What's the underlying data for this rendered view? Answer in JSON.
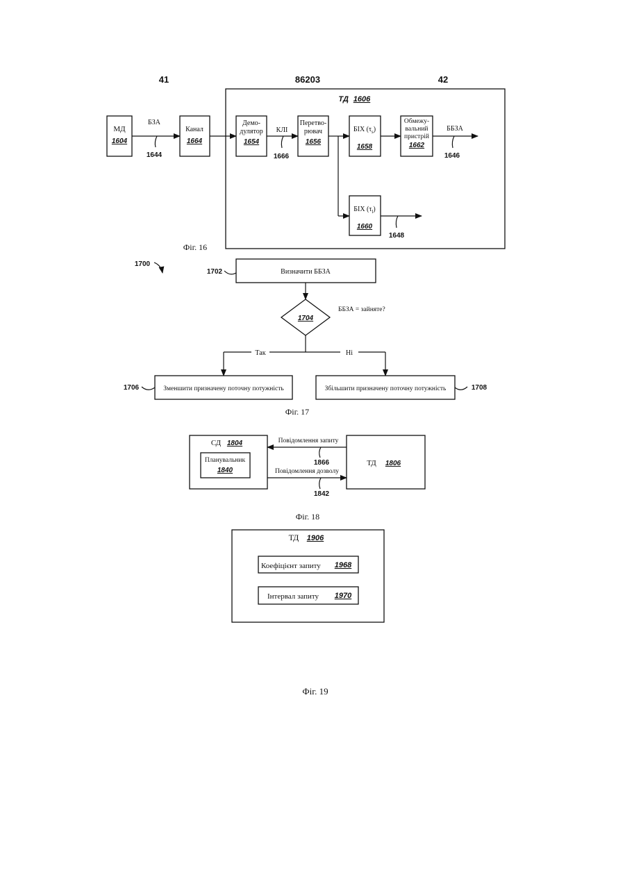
{
  "header": {
    "left": "41",
    "center": "86203",
    "right": "42"
  },
  "fig16": {
    "caption": "Фіг. 16",
    "td_label": "ТД",
    "td_num": "1606",
    "md_label": "МД",
    "md_num": "1604",
    "bza": "БЗА",
    "ref_1644": "1644",
    "kanal_label": "Канал",
    "kanal_num": "1664",
    "demod_l1": "Демо-",
    "demod_l2": "дулятор",
    "demod_num": "1654",
    "kli": "КЛІ",
    "ref_1666": "1666",
    "conv_l1": "Перетво-",
    "conv_l2": "рювач",
    "conv_num": "1656",
    "bih_s": "БІХ (τ",
    "sub_s": "s",
    "close_paren": ")",
    "bih_s_num": "1658",
    "lim_l1": "Обмежу-",
    "lim_l2": "вальний",
    "lim_l3": "пристрій",
    "lim_num": "1662",
    "bbza": "ББЗА",
    "ref_1646": "1646",
    "bih_l": "БІХ (τ",
    "sub_l": "l",
    "bih_l_num": "1660",
    "ref_1648": "1648"
  },
  "fig17": {
    "caption": "Фіг. 17",
    "ref_1700": "1700",
    "ref_1702": "1702",
    "step_determine": "Визначити ББЗА",
    "decision_num": "1704",
    "question": "ББЗА = зайняте?",
    "yes": "Так",
    "no": "Ні",
    "ref_1706": "1706",
    "decrease": "Зменшити призначену поточну потужність",
    "increase": "Збільшити призначену поточну потужність",
    "ref_1708": "1708"
  },
  "fig18": {
    "caption": "Фіг. 18",
    "sd_label": "СД",
    "sd_num": "1804",
    "scheduler": "Планувальник",
    "scheduler_num": "1840",
    "request_msg": "Повідомлення запиту",
    "ref_1866": "1866",
    "grant_msg": "Повідомлення дозволу",
    "ref_1842": "1842",
    "td_label": "ТД",
    "td_num": "1806"
  },
  "fig19": {
    "caption": "Фіг. 19",
    "td_label": "ТД",
    "td_num": "1906",
    "coef": "Коефіцієнт запиту",
    "coef_num": "1968",
    "interval": "Інтервал запиту",
    "interval_num": "1970"
  }
}
